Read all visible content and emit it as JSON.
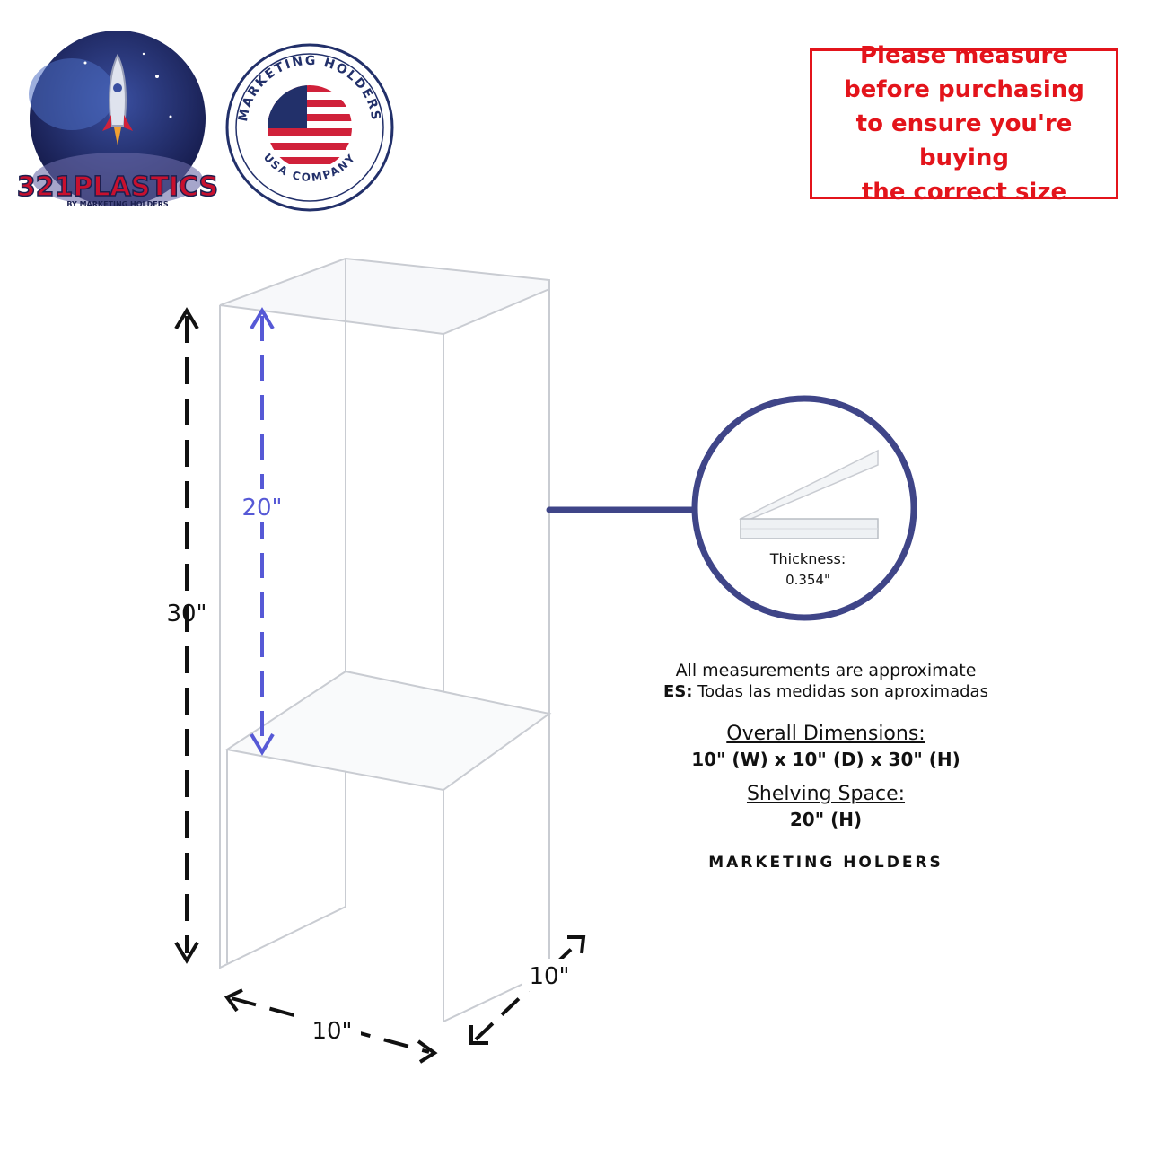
{
  "notice": {
    "lines": [
      "Please measure",
      "before purchasing",
      "to ensure you're buying",
      "the correct size"
    ]
  },
  "logos": {
    "plastics": {
      "name": "321PLASTICS",
      "sub": "BY MARKETING HOLDERS"
    },
    "seal": {
      "top": "MARKETING HOLDERS",
      "bottom": "USA COMPANY"
    }
  },
  "dimensions": {
    "height_total": "30\"",
    "height_shelf": "20\"",
    "width": "10\"",
    "depth": "10\""
  },
  "detail": {
    "label": "Thickness:",
    "value": "0.354\""
  },
  "info": {
    "approx": "All measurements are approximate",
    "es_prefix": "ES:",
    "es_text": "Todas las medidas son aproximadas",
    "overall_heading": "Overall Dimensions:",
    "overall_value": "10\" (W) x 10\" (D) x 30\" (H)",
    "shelf_heading": "Shelving Space:",
    "shelf_value": "20\" (H)",
    "brand": "MARKETING HOLDERS"
  },
  "colors": {
    "warning": "#e3141b",
    "accent": "#3f4588",
    "shelf_arrow": "#5659d6"
  }
}
